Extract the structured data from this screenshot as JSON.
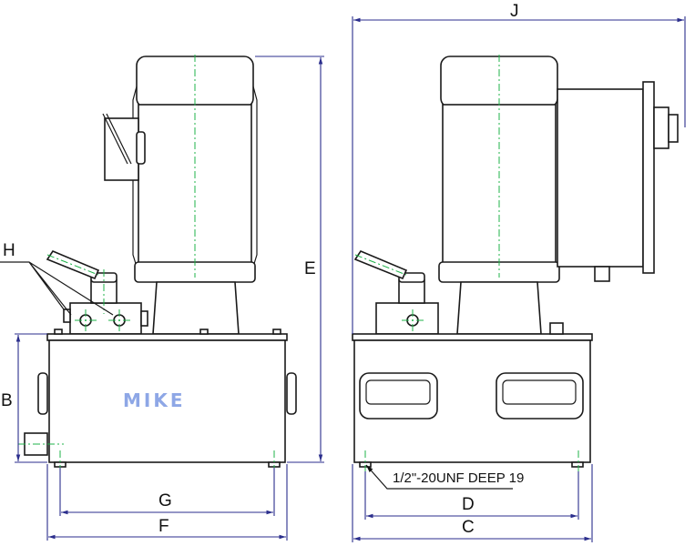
{
  "labels": {
    "H": "H",
    "B": "B",
    "E": "E",
    "G": "G",
    "F": "F",
    "J": "J",
    "D": "D",
    "C": "C"
  },
  "note": "1/2\"-20UNF DEEP 19",
  "watermark": "MIKE",
  "colors": {
    "dimension": "#2b2e8c",
    "centerline": "#1fb34a",
    "outline": "#1a1a1a",
    "watermark": "#8ea7e6"
  }
}
